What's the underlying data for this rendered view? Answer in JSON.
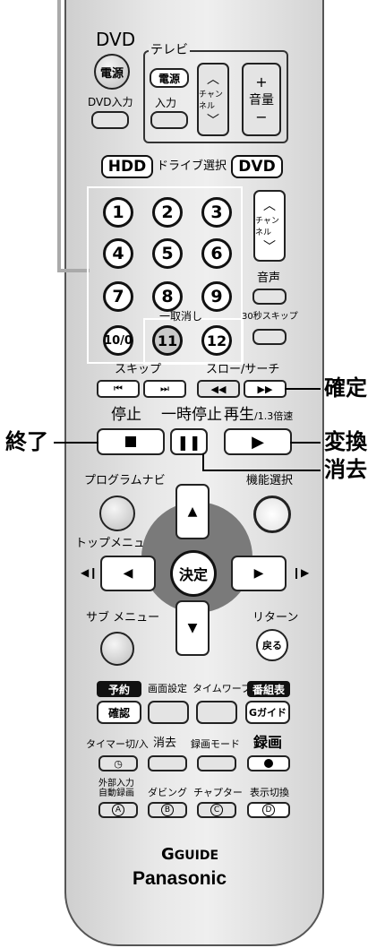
{
  "top": {
    "dvd": "DVD",
    "tv": "テレビ",
    "power": "電源",
    "tv_power": "電源",
    "dvd_input": "DVD入力",
    "input": "入力",
    "channel": "チャンネル",
    "plus": "+",
    "volume": "音量",
    "minus": "−"
  },
  "drive": {
    "hdd": "HDD",
    "select": "ドライブ選択",
    "dvd": "DVD"
  },
  "numbers": [
    "1",
    "2",
    "3",
    "4",
    "5",
    "6",
    "7",
    "8",
    "9",
    "10/0",
    "11",
    "12"
  ],
  "side": {
    "channel": "チャンネル",
    "audio": "音声",
    "cancel": "一取消し",
    "skip30": "30秒スキップ"
  },
  "transport": {
    "skip": "スキップ",
    "slow_search": "スロー/サーチ",
    "stop": "停止",
    "pause": "一時停止",
    "play": "再生",
    "play_speed": "/1.3倍速"
  },
  "nav": {
    "program_navi": "プログラムナビ",
    "function_select": "機能選択",
    "top_menu": "トップメニュー",
    "ok": "決定",
    "sub_menu": "サブ メニュー",
    "return": "リターン",
    "back": "戻る"
  },
  "reserve": {
    "yoyaku": "予約",
    "screen_setting": "画面設定",
    "time_warp": "タイムワープ",
    "guide_table": "番組表",
    "confirm": "確認",
    "g_guide": "Gガイド"
  },
  "bottom": {
    "timer": "タイマー切/入",
    "erase": "消去",
    "rec_mode": "録画モード",
    "rec": "録画",
    "ext_input_1": "外部入力",
    "ext_input_2": "自動録画",
    "dubbing": "ダビング",
    "chapter": "チャプター",
    "display": "表示切換",
    "a": "A",
    "b": "B",
    "c": "C",
    "d": "D",
    "gguide_logo": "GUIDE",
    "brand": "Panasonic"
  },
  "callouts": {
    "kakutei": "確定",
    "shuryo": "終了",
    "henkan": "変換",
    "shokyo": "消去"
  }
}
